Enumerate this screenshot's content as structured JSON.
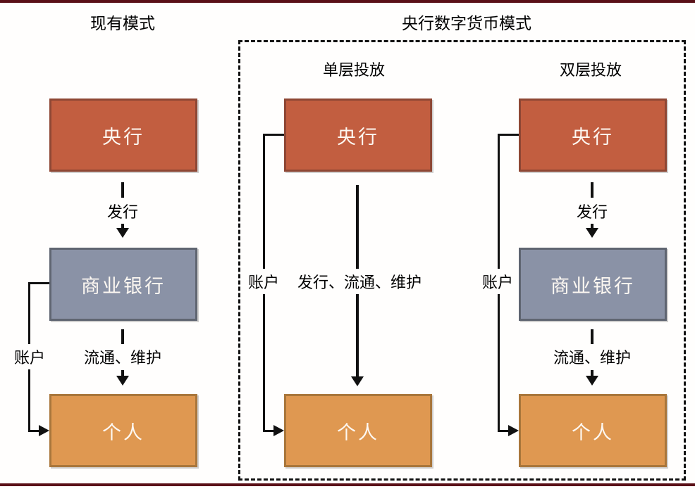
{
  "colors": {
    "central_bank_fill": "#C25E40",
    "central_bank_border": "#8E4734",
    "commercial_bank_fill": "#8A92A6",
    "commercial_bank_border": "#5F6571",
    "individual_fill": "#DF9851",
    "individual_border": "#A9763B",
    "rule": "#5A1017",
    "line": "#111111",
    "bg": "#FFFEFD"
  },
  "diagram": {
    "existing_model": {
      "title": "现有模式",
      "central_bank": "央行",
      "commercial_bank": "商业银行",
      "individual": "个人",
      "issue_label": "发行",
      "circulate_label": "流通、维护",
      "account_label": "账户"
    },
    "cbdc_model": {
      "title": "央行数字货币模式",
      "single_tier": {
        "title": "单层投放",
        "central_bank": "央行",
        "individual": "个人",
        "account_label": "账户",
        "flow_label": "发行、流通、维护"
      },
      "double_tier": {
        "title": "双层投放",
        "central_bank": "央行",
        "commercial_bank": "商业银行",
        "individual": "个人",
        "account_label": "账户",
        "issue_label": "发行",
        "circulate_label": "流通、维护"
      }
    }
  }
}
